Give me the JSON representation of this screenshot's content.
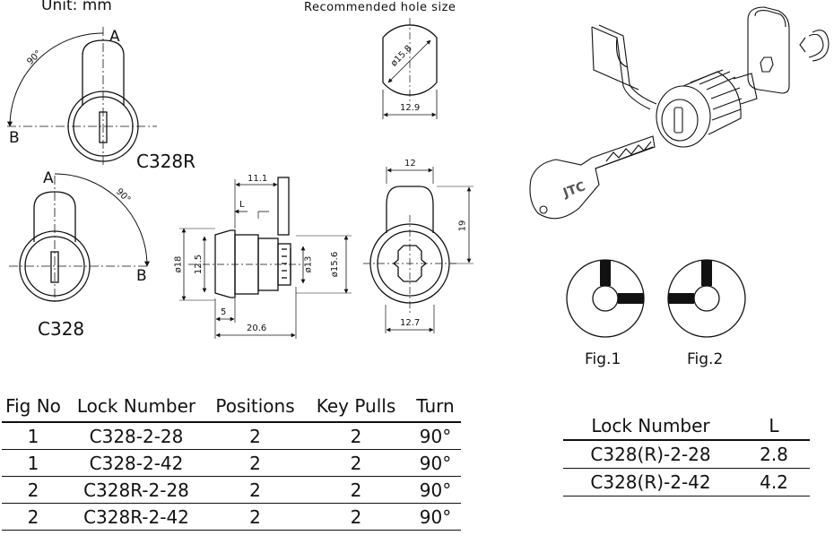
{
  "header": {
    "units": "Unit:  mm",
    "hole_caption": "Recommended hole size"
  },
  "views": {
    "c328r": {
      "model": "C328R",
      "pos_a": "A",
      "pos_b": "B",
      "angle": "90°"
    },
    "c328": {
      "model": "C328",
      "pos_a": "A",
      "pos_b": "B",
      "angle": "90°"
    }
  },
  "dimensions": {
    "hole_dia": "ø15.8",
    "hole_flat": "12.9",
    "side_11_1": "11.1",
    "side_L": "L",
    "side_dia18": "ø18",
    "side_12_5": "12.5",
    "side_dia13": "ø13",
    "side_dia15_6": "ø15.6",
    "side_5": "5",
    "side_20_6": "20.6",
    "back_12": "12",
    "back_19": "19",
    "back_12_7": "12.7"
  },
  "figures": {
    "fig1": "Fig.1",
    "fig2": "Fig.2"
  },
  "main_table": {
    "headers": [
      "Fig No",
      "Lock Number",
      "Positions",
      "Key Pulls",
      "Turn"
    ],
    "rows": [
      [
        "1",
        "C328-2-28",
        "2",
        "2",
        "90°"
      ],
      [
        "1",
        "C328-2-42",
        "2",
        "2",
        "90°"
      ],
      [
        "2",
        "C328R-2-28",
        "2",
        "2",
        "90°"
      ],
      [
        "2",
        "C328R-2-42",
        "2",
        "2",
        "90°"
      ]
    ]
  },
  "l_table": {
    "headers": [
      "Lock Number",
      "L"
    ],
    "rows": [
      [
        "C328(R)-2-28",
        "2.8"
      ],
      [
        "C328(R)-2-42",
        "4.2"
      ]
    ]
  },
  "exploded_view": {
    "key_logo": "JTC"
  }
}
